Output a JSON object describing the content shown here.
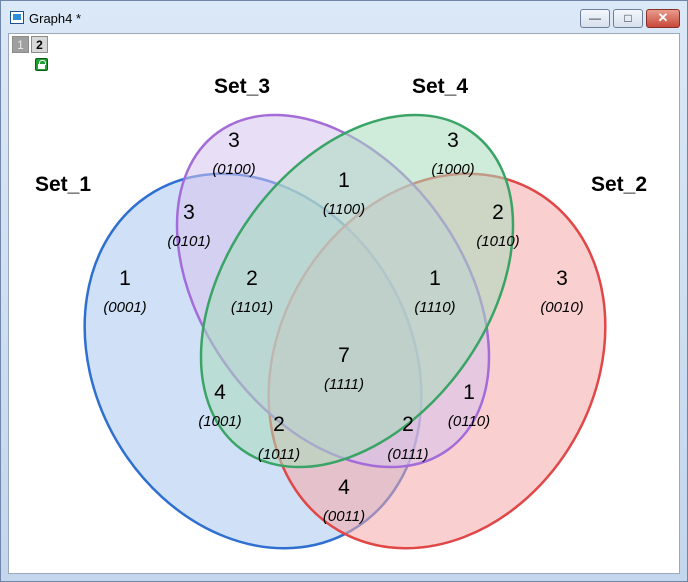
{
  "window": {
    "title": "Graph4 *",
    "layer_tabs": [
      "1",
      "2"
    ],
    "controls": {
      "minimize": "—",
      "maximize": "□",
      "close": "✕"
    }
  },
  "venn": {
    "sets": [
      {
        "label": "Set_1",
        "fill": "#aac8f0",
        "stroke": "#2f6fd0"
      },
      {
        "label": "Set_2",
        "fill": "#f6a8a8",
        "stroke": "#e04848"
      },
      {
        "label": "Set_3",
        "fill": "#d6c2ee",
        "stroke": "#a46cd8"
      },
      {
        "label": "Set_4",
        "fill": "#a8dcbc",
        "stroke": "#3aa466"
      }
    ],
    "regions": [
      {
        "code": "0100",
        "count": "3"
      },
      {
        "code": "1000",
        "count": "3"
      },
      {
        "code": "1100",
        "count": "1"
      },
      {
        "code": "0101",
        "count": "3"
      },
      {
        "code": "1010",
        "count": "2"
      },
      {
        "code": "0001",
        "count": "1"
      },
      {
        "code": "1101",
        "count": "2"
      },
      {
        "code": "1110",
        "count": "1"
      },
      {
        "code": "0010",
        "count": "3"
      },
      {
        "code": "1111",
        "count": "7"
      },
      {
        "code": "1001",
        "count": "4"
      },
      {
        "code": "0110",
        "count": "1"
      },
      {
        "code": "1011",
        "count": "2"
      },
      {
        "code": "0111",
        "count": "2"
      },
      {
        "code": "0011",
        "count": "4"
      }
    ]
  }
}
